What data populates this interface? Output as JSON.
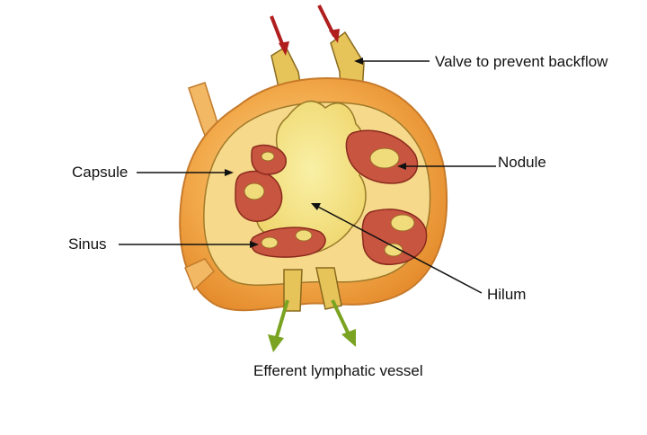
{
  "labels": {
    "valve": "Valve to prevent backflow",
    "nodule": "Nodule",
    "capsule": "Capsule",
    "sinus": "Sinus",
    "hilum": "Hilum",
    "efferent": "Efferent lymphatic vessel"
  },
  "colors": {
    "capsule_outer": "#f2a94a",
    "capsule_highlight": "#fbd79a",
    "capsule_rim": "#f7cf86",
    "medulla": "#f3e27a",
    "medulla_core": "#f8ef9e",
    "nodule": "#c8553f",
    "nodule_center": "#f0dc7a",
    "afferent_arrow": "#b01e1e",
    "efferent_arrow": "#7aa321",
    "leader_line": "#111111"
  }
}
